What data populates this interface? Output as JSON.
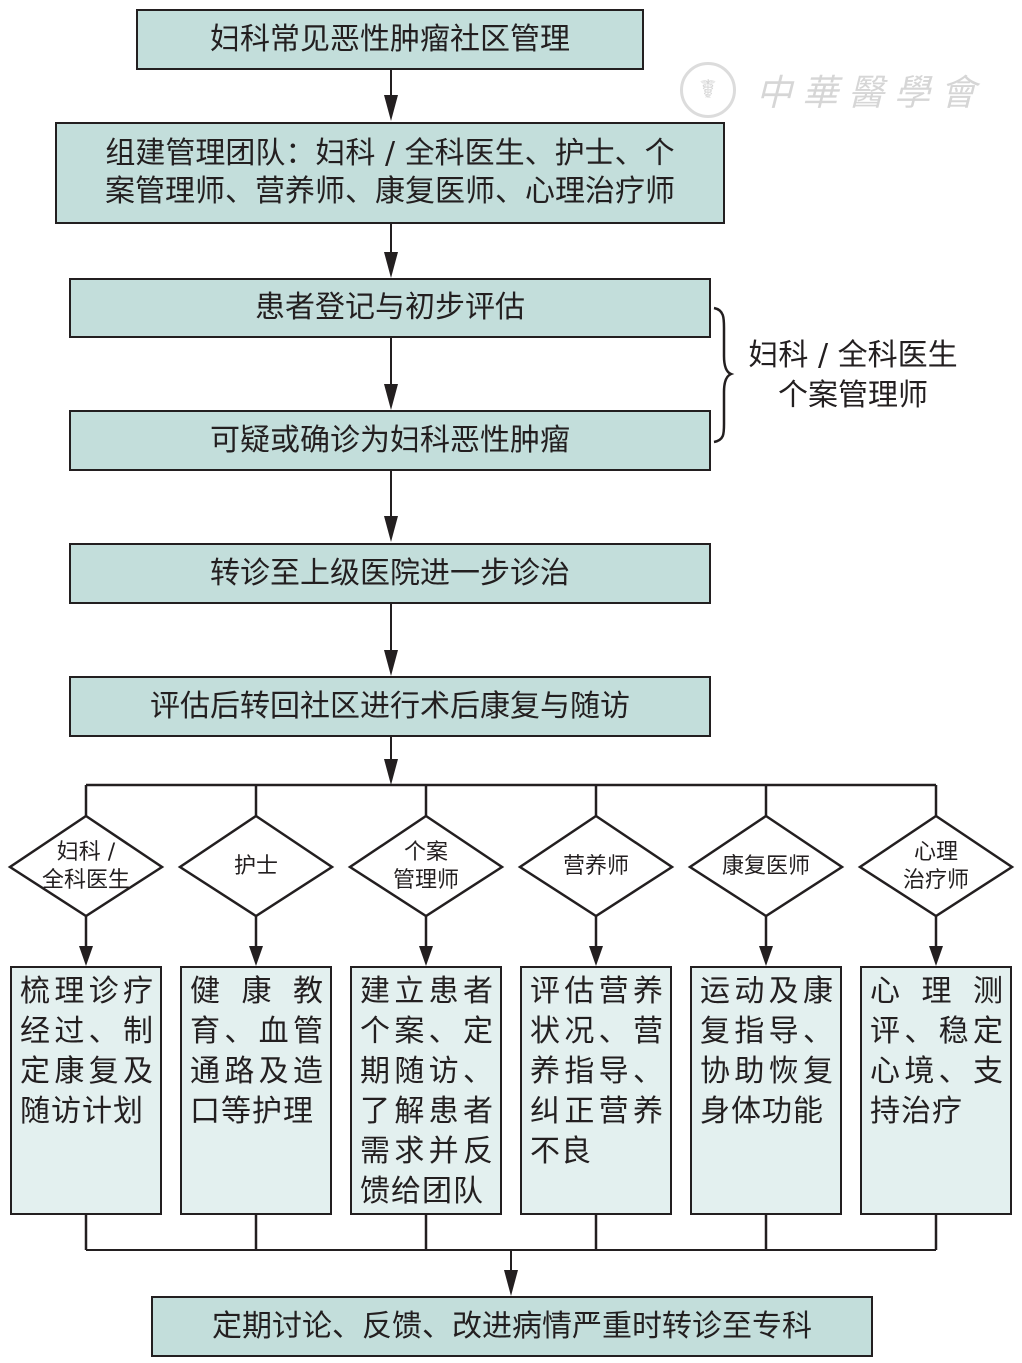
{
  "watermark": {
    "seal_icon": "☤",
    "text": "中華醫學會"
  },
  "flow": {
    "title": "妇科常见恶性肿瘤社区管理",
    "team": [
      "组建管理团队：妇科 / 全科医生、护士、个",
      "案管理师、营养师、康复医师、心理治疗师"
    ],
    "register": "患者登记与初步评估",
    "suspect": "可疑或确诊为妇科恶性肿瘤",
    "referral": "转诊至上级医院进一步诊治",
    "return": "评估后转回社区进行术后康复与随访",
    "final": "定期讨论、反馈、改进病情严重时转诊至专科"
  },
  "brace": {
    "lines": [
      "妇科 / 全科医生",
      "个案管理师"
    ]
  },
  "roles": [
    {
      "name": [
        "妇科 /",
        "全科医生"
      ],
      "duty": "梳理诊疗经过、制定康复及随访计划"
    },
    {
      "name": [
        "护士"
      ],
      "duty": "健康教育、血管通路及造口等护理"
    },
    {
      "name": [
        "个案",
        "管理师"
      ],
      "duty": "建立患者个案、定期随访、了解患者需求并反馈给团队"
    },
    {
      "name": [
        "营养师"
      ],
      "duty": "评估营养状况、营养指导、纠正营养不良"
    },
    {
      "name": [
        "康复医师"
      ],
      "duty": "运动及康复指导、协助恢复身体功能"
    },
    {
      "name": [
        "心理",
        "治疗师"
      ],
      "duty": "心理测评、稳定心境、支持治疗"
    }
  ]
}
